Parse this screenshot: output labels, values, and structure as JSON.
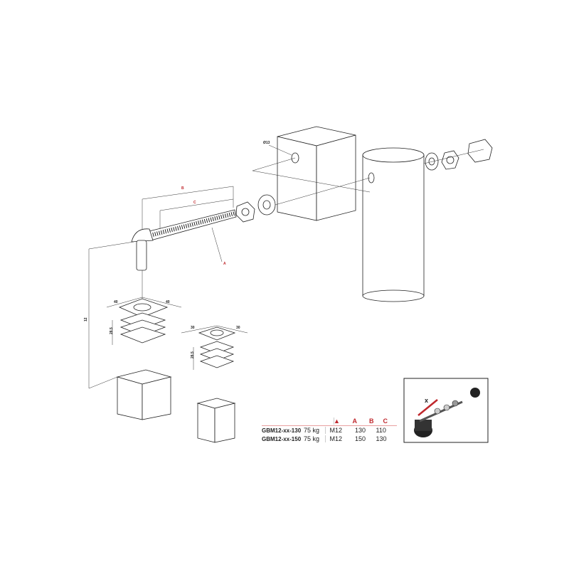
{
  "dimensions": {
    "A": "A",
    "B": "B",
    "C": "C",
    "hole": "Ø13",
    "height": "12",
    "w40a": "40",
    "w40b": "40",
    "h1": "28.5",
    "w30a": "30",
    "w30b": "30",
    "h2": "28.5"
  },
  "table": {
    "headers": [
      "",
      "weight-icon",
      "A",
      "B",
      "C"
    ],
    "rows": [
      {
        "model": "GBM12-xx-130",
        "load": "75 kg",
        "A": "M12",
        "B": "130",
        "C": "110"
      },
      {
        "model": "GBM12-xx-150",
        "load": "75 kg",
        "A": "M12",
        "B": "150",
        "C": "130"
      }
    ]
  },
  "inset": {
    "label": "x"
  },
  "colors": {
    "accent": "#c0282d"
  }
}
